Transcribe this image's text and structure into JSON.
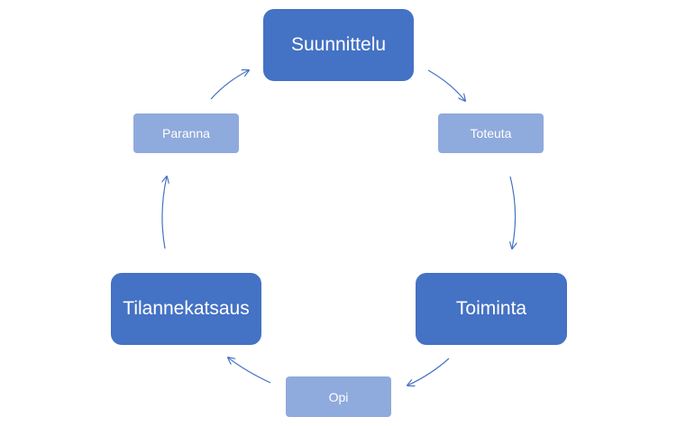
{
  "cycle": {
    "main_nodes": {
      "top": "Suunnittelu",
      "right": "Toiminta",
      "left": "Tilannekatsaus"
    },
    "sub_nodes": {
      "top_right": "Toteuta",
      "bottom": "Opi",
      "top_left": "Paranna"
    }
  },
  "colors": {
    "main_fill": "#4472c4",
    "sub_fill": "#8faadc",
    "arrow": "#4472c4",
    "text": "#ffffff"
  }
}
